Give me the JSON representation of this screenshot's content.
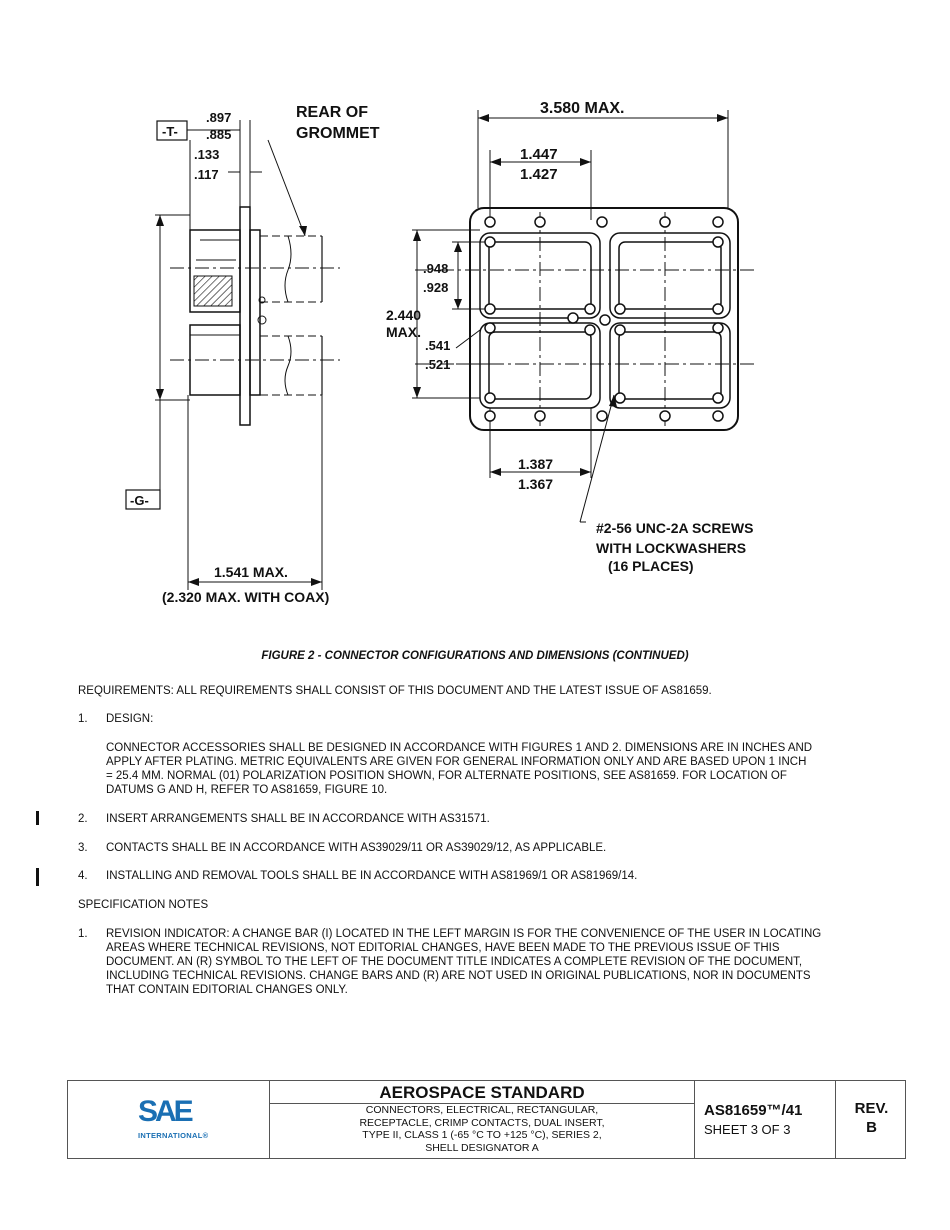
{
  "figure": {
    "side_view": {
      "datum_t": "-T-",
      "dim_a_top": ".897",
      "dim_a_bottom": ".885",
      "dim_b_top": ".133",
      "dim_b_bottom": ".117",
      "rear_label_1": "REAR OF",
      "rear_label_2": "GROMMET",
      "datum_g": "-G-",
      "length": "1.541 MAX.",
      "length_coax": "(2.320 MAX. WITH COAX)"
    },
    "front_view": {
      "width": "3.580 MAX.",
      "pitch_top": "1.447",
      "pitch_bottom": "1.427",
      "height_1": "2.440",
      "height_2": "MAX.",
      "dim_c_top": ".948",
      "dim_c_bottom": ".928",
      "dim_d_top": ".541",
      "dim_d_bottom": ".521",
      "dim_e_top": "1.387",
      "dim_e_bottom": "1.367",
      "screws_1": "#2-56 UNC-2A SCREWS",
      "screws_2": "WITH LOCKWASHERS",
      "screws_3": "(16 PLACES)"
    }
  },
  "caption": "FIGURE 2 - CONNECTOR CONFIGURATIONS AND DIMENSIONS (CONTINUED)",
  "requirements": "REQUIREMENTS: ALL REQUIREMENTS SHALL CONSIST OF THIS DOCUMENT AND THE LATEST ISSUE OF AS81659.",
  "items": [
    {
      "num": "1.",
      "text": "DESIGN:"
    },
    {
      "num": "2.",
      "text": "INSERT ARRANGEMENTS SHALL BE IN ACCORDANCE WITH AS31571."
    },
    {
      "num": "3.",
      "text": "CONTACTS SHALL BE IN ACCORDANCE WITH AS39029/11 OR AS39029/12, AS APPLICABLE."
    },
    {
      "num": "4.",
      "text": "INSTALLING AND REMOVAL TOOLS SHALL BE IN ACCORDANCE WITH AS81969/1 OR AS81969/14."
    }
  ],
  "design_lines": [
    "CONNECTOR ACCESSORIES SHALL BE DESIGNED IN ACCORDANCE WITH FIGURES 1 AND 2.  DIMENSIONS ARE IN INCHES AND",
    "APPLY AFTER PLATING.  METRIC EQUIVALENTS  ARE GIVEN FOR GENERAL INFORMATION ONLY AND ARE BASED UPON 1 INCH",
    "= 25.4 MM.  NORMAL (01) POLARIZATION POSITION SHOWN, FOR ALTERNATE POSITIONS, SEE AS81659.  FOR LOCATION OF",
    "DATUMS G AND H, REFER TO AS81659, FIGURE 10."
  ],
  "spec_notes_heading": "SPECIFICATION NOTES",
  "note_num": "1.",
  "note_lines": [
    "REVISION INDICATOR: A CHANGE BAR (I) LOCATED IN THE LEFT MARGIN IS FOR THE CONVENIENCE OF THE USER IN LOCATING",
    "AREAS WHERE TECHNICAL REVISIONS, NOT EDITORIAL CHANGES, HAVE BEEN MADE TO THE PREVIOUS ISSUE OF THIS",
    "DOCUMENT. AN (R) SYMBOL TO THE LEFT OF THE DOCUMENT TITLE INDICATES A COMPLETE REVISION OF THE DOCUMENT,",
    "INCLUDING TECHNICAL REVISIONS. CHANGE BARS AND (R) ARE NOT USED IN ORIGINAL PUBLICATIONS, NOR IN DOCUMENTS",
    "THAT CONTAIN EDITORIAL CHANGES ONLY."
  ],
  "footer": {
    "logo_main": "SAE",
    "logo_sub": "INTERNATIONAL®",
    "standard_title": "AEROSPACE STANDARD",
    "description_lines": [
      "CONNECTORS, ELECTRICAL, RECTANGULAR,",
      "RECEPTACLE, CRIMP CONTACTS, DUAL INSERT,",
      "TYPE II, CLASS 1 (-65 °C TO +125 °C), SERIES 2,",
      "SHELL DESIGNATOR A"
    ],
    "doc_number": "AS81659™/41",
    "sheet": "SHEET 3 OF 3",
    "rev_label": "REV.",
    "rev_value": "B"
  }
}
